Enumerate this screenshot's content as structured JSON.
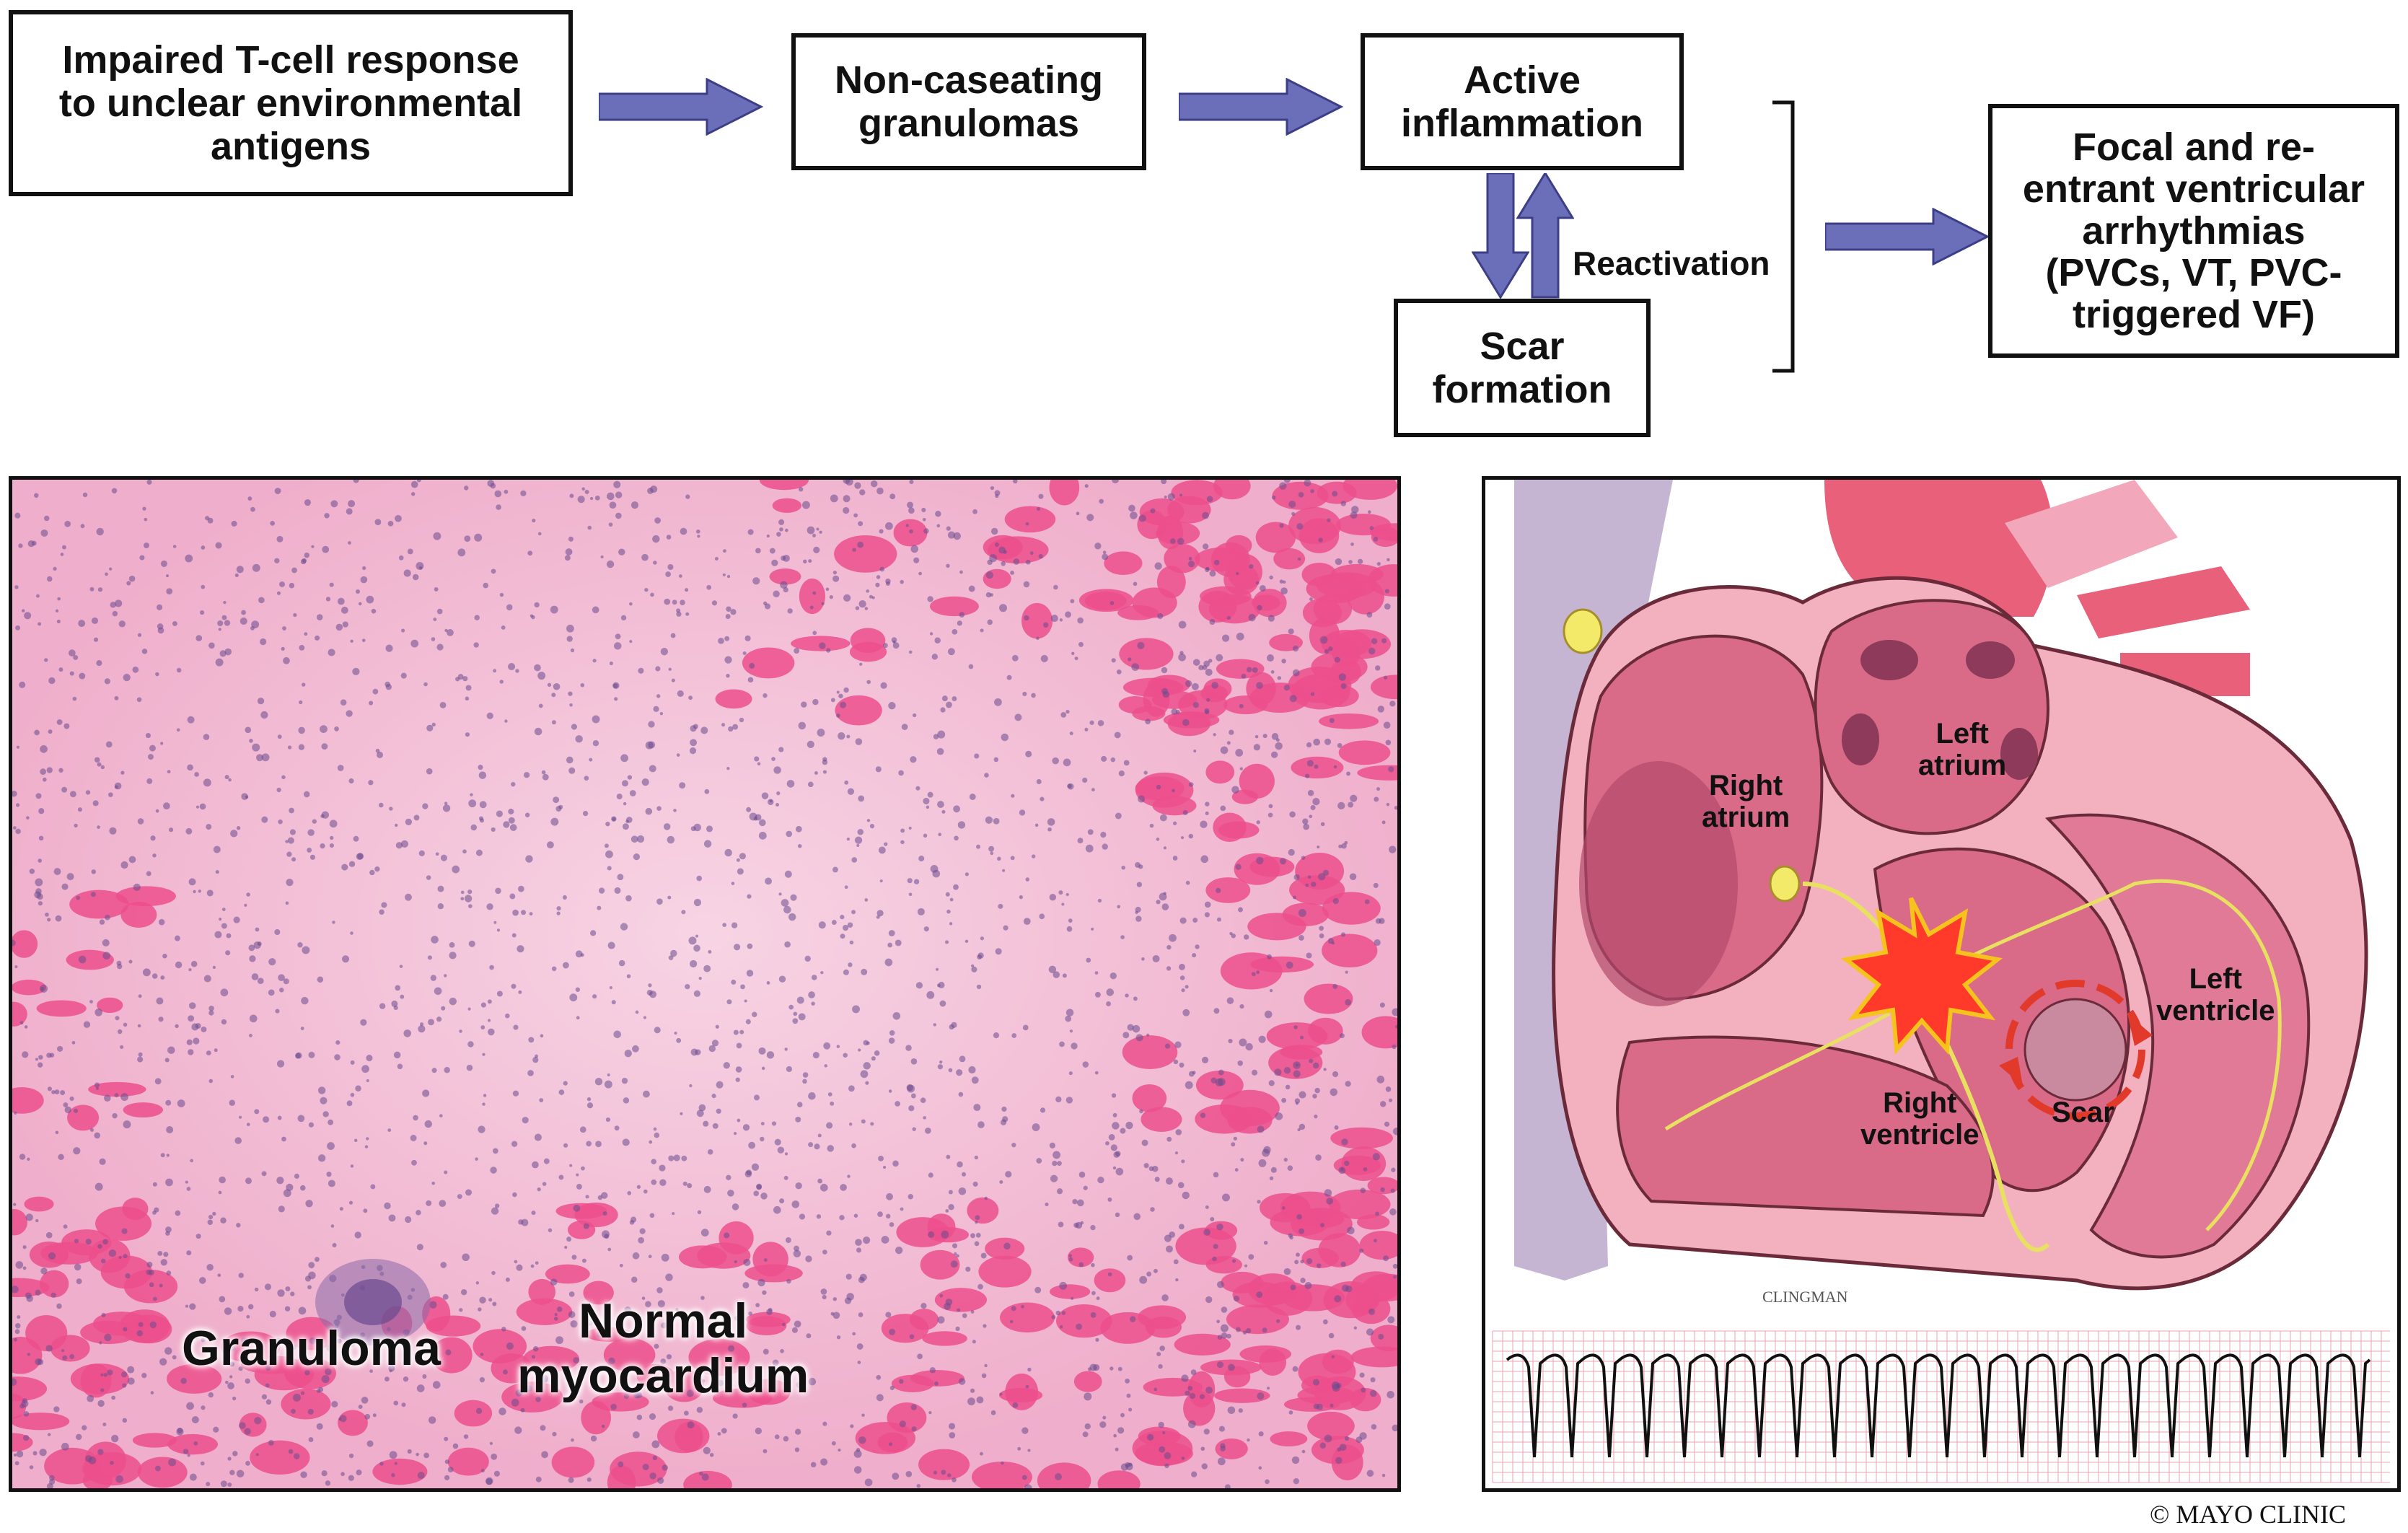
{
  "flow": {
    "box1": "Impaired T-cell response\nto unclear environmental\nantigens",
    "box2": "Non-caseating\ngranulomas",
    "box3": "Active\ninflammation",
    "box4": "Scar\nformation",
    "box5": "Focal and re-\nentrant ventricular\narrhythmias\n(PVCs, VT, PVC-\ntriggered VF)",
    "reactivation": "Reactivation"
  },
  "histology": {
    "granuloma_label": "Granuloma",
    "normal_label": "Normal\nmyocardium"
  },
  "heart": {
    "right_atrium": "Right\natrium",
    "left_atrium": "Left\natrium",
    "left_ventricle": "Left\nventricle",
    "right_ventricle": "Right\nventricle",
    "scar": "Scar",
    "signature": "CLINGMAN"
  },
  "copyright": "© MAYO CLINIC",
  "colors": {
    "arrow": "#6b6fba",
    "tissue_bg": "#f2b9d2",
    "muscle": "#ec4f8c",
    "nuclei": "#6a4a8e",
    "heart_wall": "#e07a96",
    "ecg_grid": "#e8a3b0"
  }
}
